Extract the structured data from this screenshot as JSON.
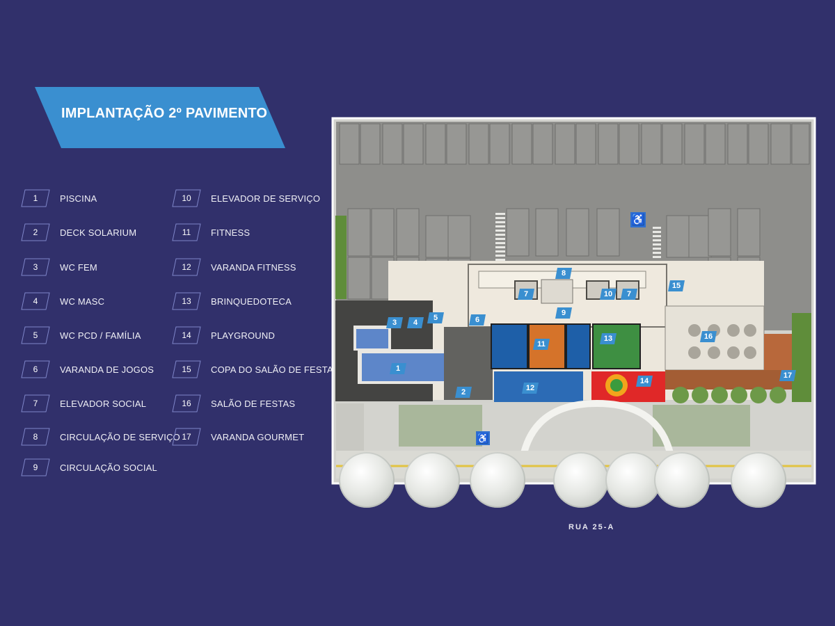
{
  "title": "IMPLANTAÇÃO 2º PAVIMENTO",
  "colors": {
    "background": "#31306b",
    "banner": "#3a8fd0",
    "tag": "#3a8fd0"
  },
  "legend": [
    {
      "number": "1",
      "label": "PISCINA"
    },
    {
      "number": "2",
      "label": "DECK SOLARIUM"
    },
    {
      "number": "3",
      "label": "WC FEM"
    },
    {
      "number": "4",
      "label": "WC MASC"
    },
    {
      "number": "5",
      "label": "WC PCD / FAMÍLIA"
    },
    {
      "number": "6",
      "label": "VARANDA DE JOGOS"
    },
    {
      "number": "7",
      "label": "ELEVADOR SOCIAL"
    },
    {
      "number": "8",
      "label": "CIRCULAÇÃO DE SERVIÇO"
    },
    {
      "number": "9",
      "label": "CIRCULAÇÃO SOCIAL"
    },
    {
      "number": "10",
      "label": "ELEVADOR DE SERVIÇO"
    },
    {
      "number": "11",
      "label": "FITNESS"
    },
    {
      "number": "12",
      "label": "VARANDA FITNESS"
    },
    {
      "number": "13",
      "label": "BRINQUEDOTECA"
    },
    {
      "number": "14",
      "label": "PLAYGROUND"
    },
    {
      "number": "15",
      "label": "COPA DO SALÃO DE FESTAS"
    },
    {
      "number": "16",
      "label": "SALÃO DE FESTAS"
    },
    {
      "number": "17",
      "label": "VARANDA GOURMET"
    }
  ],
  "map": {
    "tags": [
      "1",
      "2",
      "3",
      "4",
      "5",
      "6",
      "7",
      "7",
      "8",
      "9",
      "10",
      "11",
      "12",
      "13",
      "14",
      "15",
      "16",
      "17"
    ],
    "icons": [
      "accessibility-icon",
      "accessibility-icon"
    ],
    "street": "RUA 25-A"
  }
}
